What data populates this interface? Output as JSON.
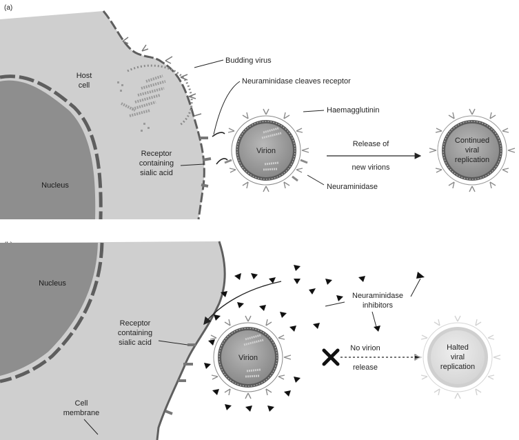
{
  "panel_a": {
    "tag": "(a)",
    "host_cell": [
      "Host",
      "cell"
    ],
    "nucleus": "Nucleus",
    "budding_virus": "Budding virus",
    "neuraminidase_cleaves": "Neuraminidase cleaves receptor",
    "haemagglutinin": "Haemagglutinin",
    "receptor": [
      "Receptor",
      "containing",
      "sialic acid"
    ],
    "virion": "Virion",
    "release": [
      "Release of",
      "new virions"
    ],
    "neuraminidase": "Neuraminidase",
    "continued": [
      "Continued",
      "viral",
      "replication"
    ]
  },
  "panel_b": {
    "tag": "(b)",
    "nucleus": "Nucleus",
    "receptor": [
      "Receptor",
      "containing",
      "sialic acid"
    ],
    "virion": "Virion",
    "inhibitors": [
      "Neuraminidase",
      "inhibitors"
    ],
    "no_release": [
      "No virion",
      "release"
    ],
    "halted": [
      "Halted",
      "viral",
      "replication"
    ],
    "cell_membrane": [
      "Cell",
      "membrane"
    ]
  },
  "colors": {
    "cell": "#cfcfcf",
    "nucleus": "#8e8e8e",
    "membrane": "#6a6a6a",
    "virion_core": "#9a9a9a",
    "virion_ring": "#5a5a5a",
    "faded": "#e2e2e2"
  }
}
